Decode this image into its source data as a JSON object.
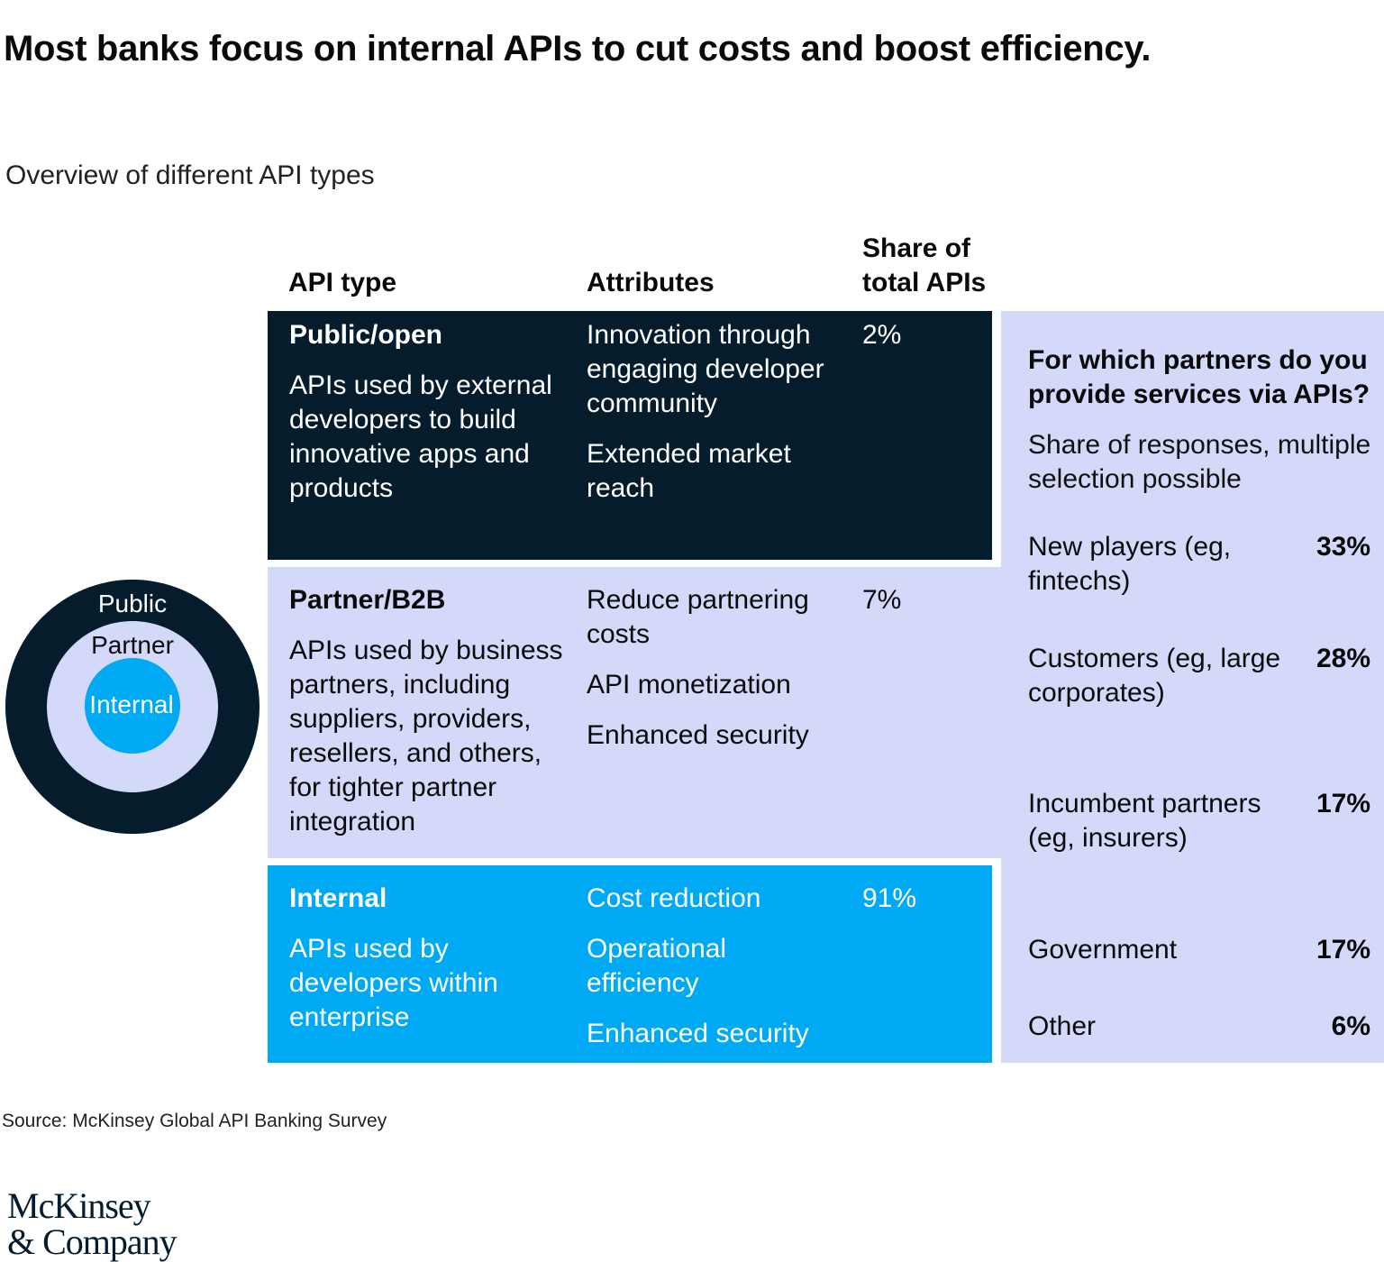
{
  "title": "Most banks focus on internal APIs to cut costs and boost efficiency.",
  "subtitle": "Overview of different API types",
  "headers": {
    "type": "API type",
    "attributes": "Attributes",
    "share_line1": "Share of",
    "share_line2": "total APIs"
  },
  "rings": {
    "outer": "Public",
    "middle": "Partner",
    "inner": "Internal"
  },
  "colors": {
    "dark": "#051c2c",
    "lavender": "#d4d9f9",
    "blue": "#00a9f4"
  },
  "rows": [
    {
      "name": "Public/open",
      "description": "APIs used by external developers to build innovative apps and products",
      "attributes": [
        "Innovation through engaging developer community",
        "Extended market reach"
      ],
      "share": "2%"
    },
    {
      "name": "Partner/B2B",
      "description": "APIs used by business partners, including suppliers, providers, resellers, and others, for tighter partner integration",
      "attributes": [
        "Reduce partnering costs",
        "API monetization",
        "Enhanced security"
      ],
      "share": "7%"
    },
    {
      "name": "Internal",
      "description": "APIs used by developers within enterprise",
      "attributes": [
        "Cost reduction",
        "Operational efficiency",
        "Enhanced security"
      ],
      "share": "91%"
    }
  ],
  "side": {
    "question": "For which partners do you provide services via APIs?",
    "note": "Share of responses, multiple selection possible"
  },
  "chart_data": {
    "type": "table",
    "title": "For which partners do you provide services via APIs?",
    "subtitle": "Share of responses, multiple selection possible",
    "categories": [
      "New players (eg, fintechs)",
      "Customers (eg, large corporates)",
      "Incumbent partners (eg, insurers)",
      "Government",
      "Other"
    ],
    "labels": [
      "33%",
      "28%",
      "17%",
      "17%",
      "6%"
    ],
    "values": [
      33,
      28,
      17,
      17,
      6
    ],
    "unit": "%",
    "api_share": {
      "categories": [
        "Public/open",
        "Partner/B2B",
        "Internal"
      ],
      "values": [
        2,
        7,
        91
      ],
      "labels": [
        "2%",
        "7%",
        "91%"
      ]
    }
  },
  "source": "Source: McKinsey Global API Banking Survey",
  "logo": {
    "line1": "McKinsey",
    "line2": "& Company"
  }
}
